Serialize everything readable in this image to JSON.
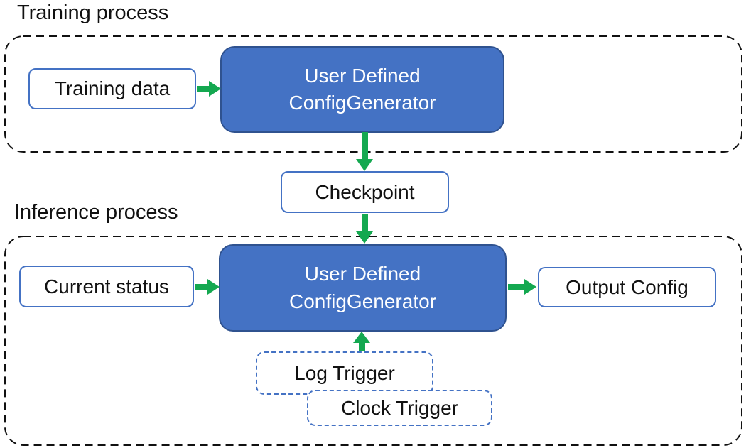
{
  "sections": {
    "training": {
      "label": "Training process"
    },
    "inference": {
      "label": "Inference process"
    }
  },
  "nodes": {
    "training_data": {
      "label": "Training data"
    },
    "generator_training": {
      "line1": "User Defined",
      "line2": "ConfigGenerator"
    },
    "checkpoint": {
      "label": "Checkpoint"
    },
    "current_status": {
      "label": "Current status"
    },
    "generator_inference": {
      "line1": "User Defined",
      "line2": "ConfigGenerator"
    },
    "output_config": {
      "label": "Output Config"
    },
    "log_trigger": {
      "label": "Log Trigger"
    },
    "clock_trigger": {
      "label": "Clock Trigger"
    }
  },
  "colors": {
    "node_fill_blue": "#4472c4",
    "node_border_dark_blue": "#2f528f",
    "box_border_blue": "#4472c4",
    "trigger_dash_blue": "#4472c4",
    "arrow_green": "#14a850",
    "container_dash_black": "#111111",
    "text_black": "#111111",
    "text_white": "#ffffff"
  }
}
